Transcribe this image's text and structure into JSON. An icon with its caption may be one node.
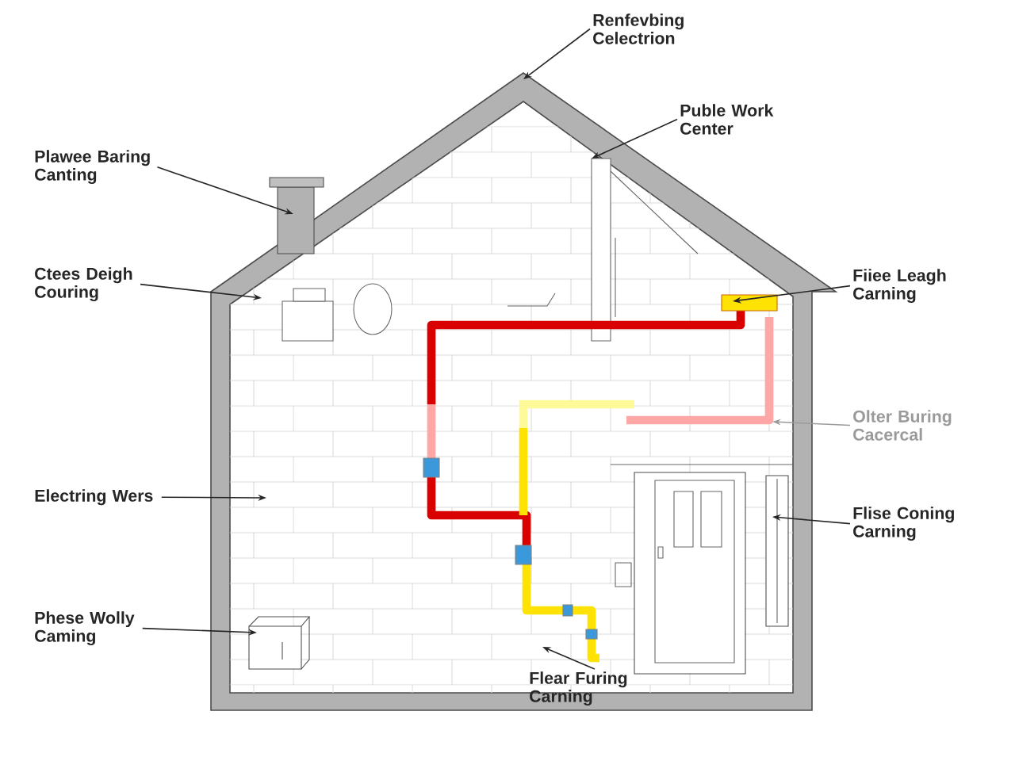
{
  "diagram": {
    "nodes": [
      {
        "text": [
          "Renfevbing Celectrion"
        ]
      },
      {
        "text": [
          "Plawee Baring Canting"
        ]
      },
      {
        "text": [
          "Ctees Deigh Couring"
        ]
      },
      {
        "text": [
          "Puble Work Center"
        ]
      },
      {
        "text": [
          "Fiiee Leagh Carning"
        ]
      },
      {
        "text": [
          "Olter Buring Cacercal"
        ]
      },
      {
        "text": [
          "Electring Wers"
        ]
      },
      {
        "text": [
          "Flise Coning Carning"
        ]
      },
      {
        "text": [
          "Phese Wolly Caming"
        ]
      },
      {
        "text": [
          "Flear Furing Carning"
        ]
      }
    ],
    "edges": [
      {
        "from": 0,
        "to": null,
        "arrow": "to"
      },
      {
        "from": 1,
        "to": null,
        "arrow": "to"
      },
      {
        "from": 2,
        "to": null,
        "arrow": "to"
      },
      {
        "from": 3,
        "to": null,
        "arrow": "to"
      },
      {
        "from": 4,
        "to": null,
        "arrow": "to"
      },
      {
        "from": 5,
        "to": null,
        "arrow": "to",
        "color": "#9a9a9a"
      },
      {
        "from": 6,
        "to": null,
        "arrow": "to"
      },
      {
        "from": 7,
        "to": null,
        "arrow": "to"
      },
      {
        "from": 8,
        "to": null,
        "arrow": "to"
      },
      {
        "from": 9,
        "to": null,
        "arrow": "to"
      }
    ]
  }
}
